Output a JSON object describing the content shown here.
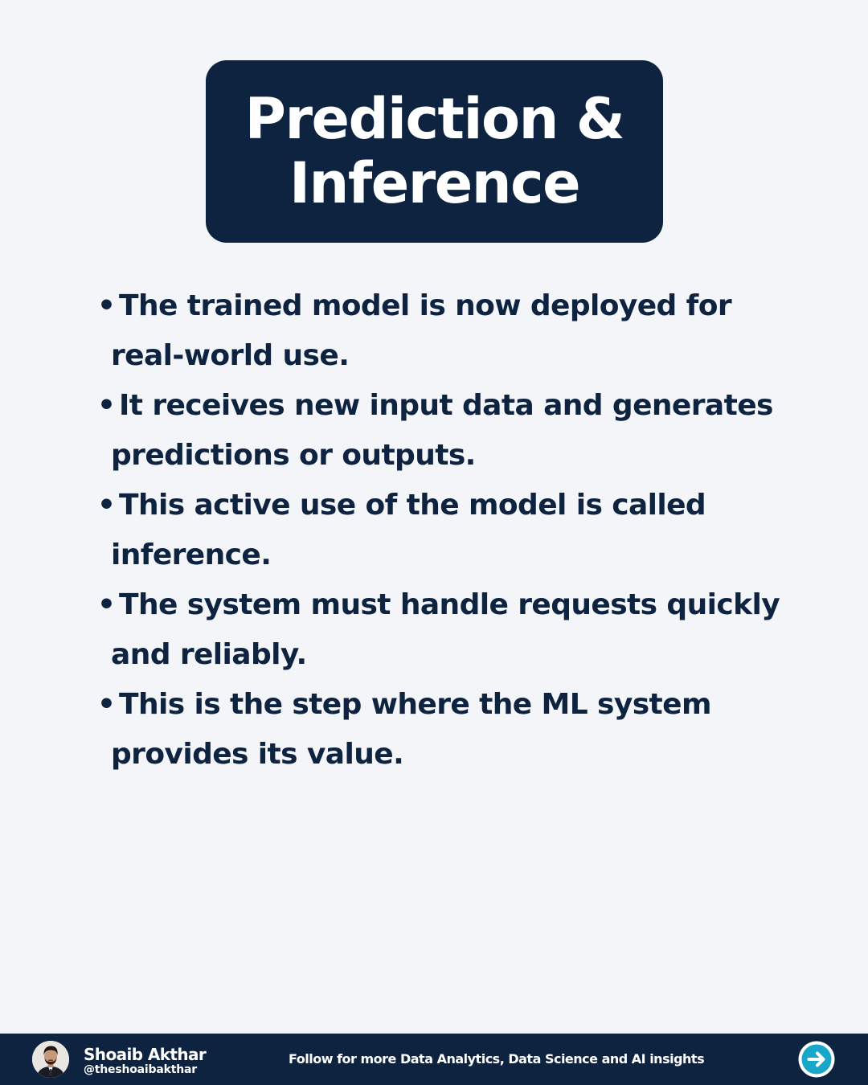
{
  "title": {
    "line1": "Prediction &",
    "line2": "Inference"
  },
  "bullets": [
    {
      "line1": "The trained model is now deployed for",
      "line2": "real-world use."
    },
    {
      "line1": "It receives new input data and generates",
      "line2": "predictions or outputs."
    },
    {
      "line1": "This active use of the model is called",
      "line2": "inference."
    },
    {
      "line1": "The system must handle requests quickly",
      "line2": "and reliably."
    },
    {
      "line1": "This is the step where the ML system",
      "line2": "provides its value."
    }
  ],
  "bullet_glyph": "•",
  "footer": {
    "author_name": "Shoaib Akthar",
    "author_handle": "@theshoaibakthar",
    "cta": "Follow for more Data Analytics, Data Science and AI insights",
    "next_icon": "arrow-right-circle-icon"
  },
  "colors": {
    "background": "#f4f5f9",
    "navy": "#0d2340",
    "accent": "#19a7c9"
  }
}
